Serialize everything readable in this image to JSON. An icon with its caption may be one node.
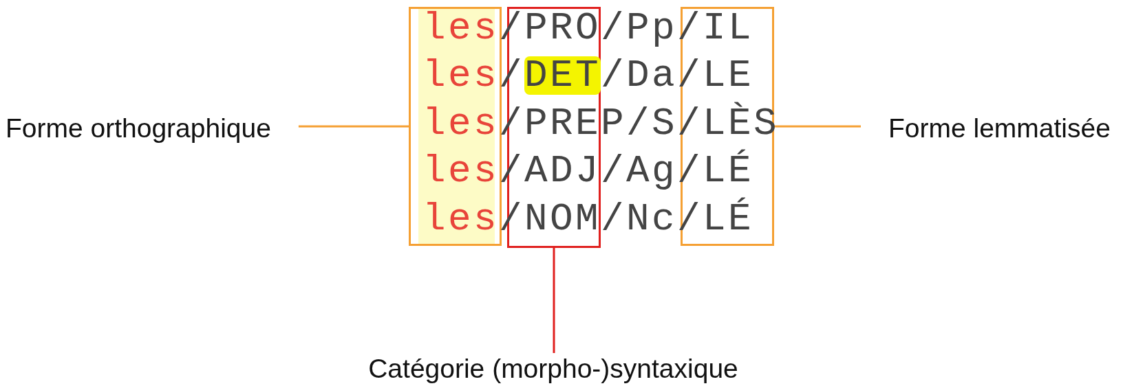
{
  "diagram": {
    "nodes": [
      {
        "text": [
          "les",
          "les",
          "les",
          "les",
          "les"
        ]
      },
      {
        "text": [
          "PRO",
          "DET",
          "PREP",
          "ADJ",
          "NOM"
        ]
      },
      {
        "text": [
          "IL",
          "LE",
          "LÈS",
          "LÉ",
          "LÉ"
        ]
      },
      {
        "text": [
          "Forme orthographique"
        ]
      },
      {
        "text": [
          "Forme lemmatisée"
        ]
      },
      {
        "text": [
          "Catégorie (morpho-)syntaxique"
        ]
      }
    ],
    "edges": [
      {
        "from": 3,
        "to": 0,
        "arrow": "none"
      },
      {
        "from": 4,
        "to": 2,
        "arrow": "none"
      },
      {
        "from": 5,
        "to": 1,
        "arrow": "none",
        "color": "#e0201e"
      }
    ],
    "labels": [
      "/",
      "/Pp/",
      "/",
      "/Da/",
      "/",
      "/S/",
      "/",
      "/Ag/",
      "/",
      "/Nc/"
    ]
  }
}
